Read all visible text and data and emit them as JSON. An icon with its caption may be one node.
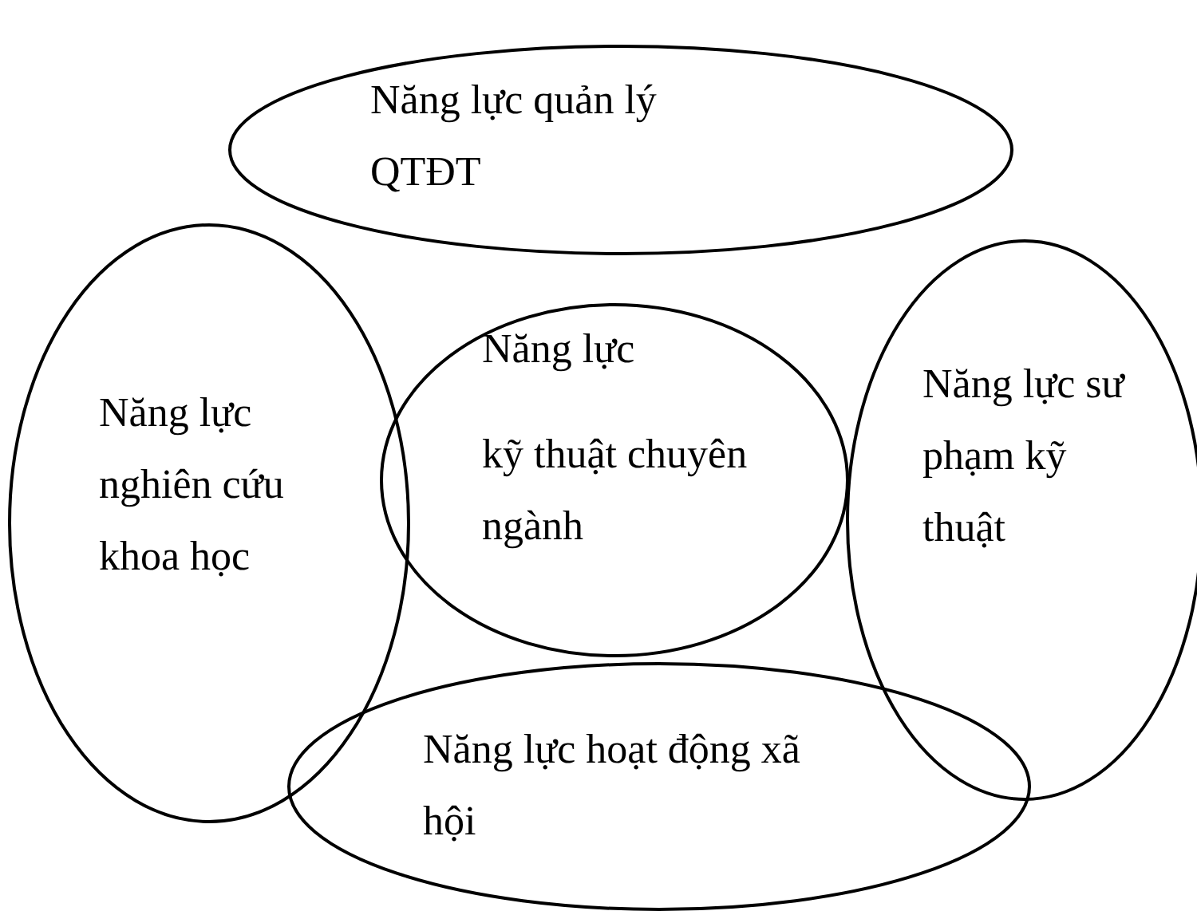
{
  "diagram": {
    "nodes": [
      {
        "text": [
          "Năng lực quản lý QTĐT"
        ]
      },
      {
        "text": [
          "Năng lực nghiên cứu khoa học"
        ]
      },
      {
        "text": [
          "Năng lực",
          "kỹ thuật chuyên ngành"
        ]
      },
      {
        "text": [
          "Năng lực sư phạm kỹ thuật"
        ]
      },
      {
        "text": [
          "Năng lực hoạt động xã hội"
        ]
      }
    ]
  }
}
